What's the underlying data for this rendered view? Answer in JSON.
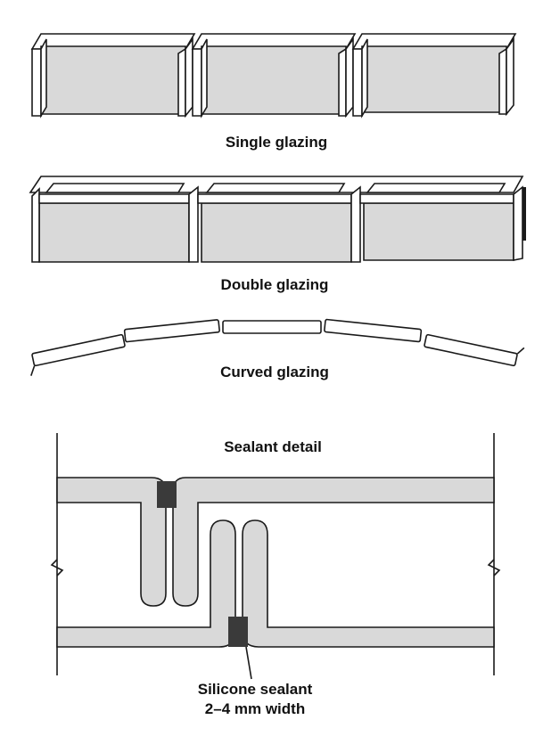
{
  "labels": {
    "single": "Single glazing",
    "double": "Double glazing",
    "curved": "Curved glazing",
    "sealant_title": "Sealant detail",
    "sealant_callout_line1": "Silicone sealant",
    "sealant_callout_line2": "2–4 mm width"
  },
  "colors": {
    "glass": "#d9d9d9",
    "sealant": "#3a3a3a",
    "outline": "#1a1a1a"
  }
}
